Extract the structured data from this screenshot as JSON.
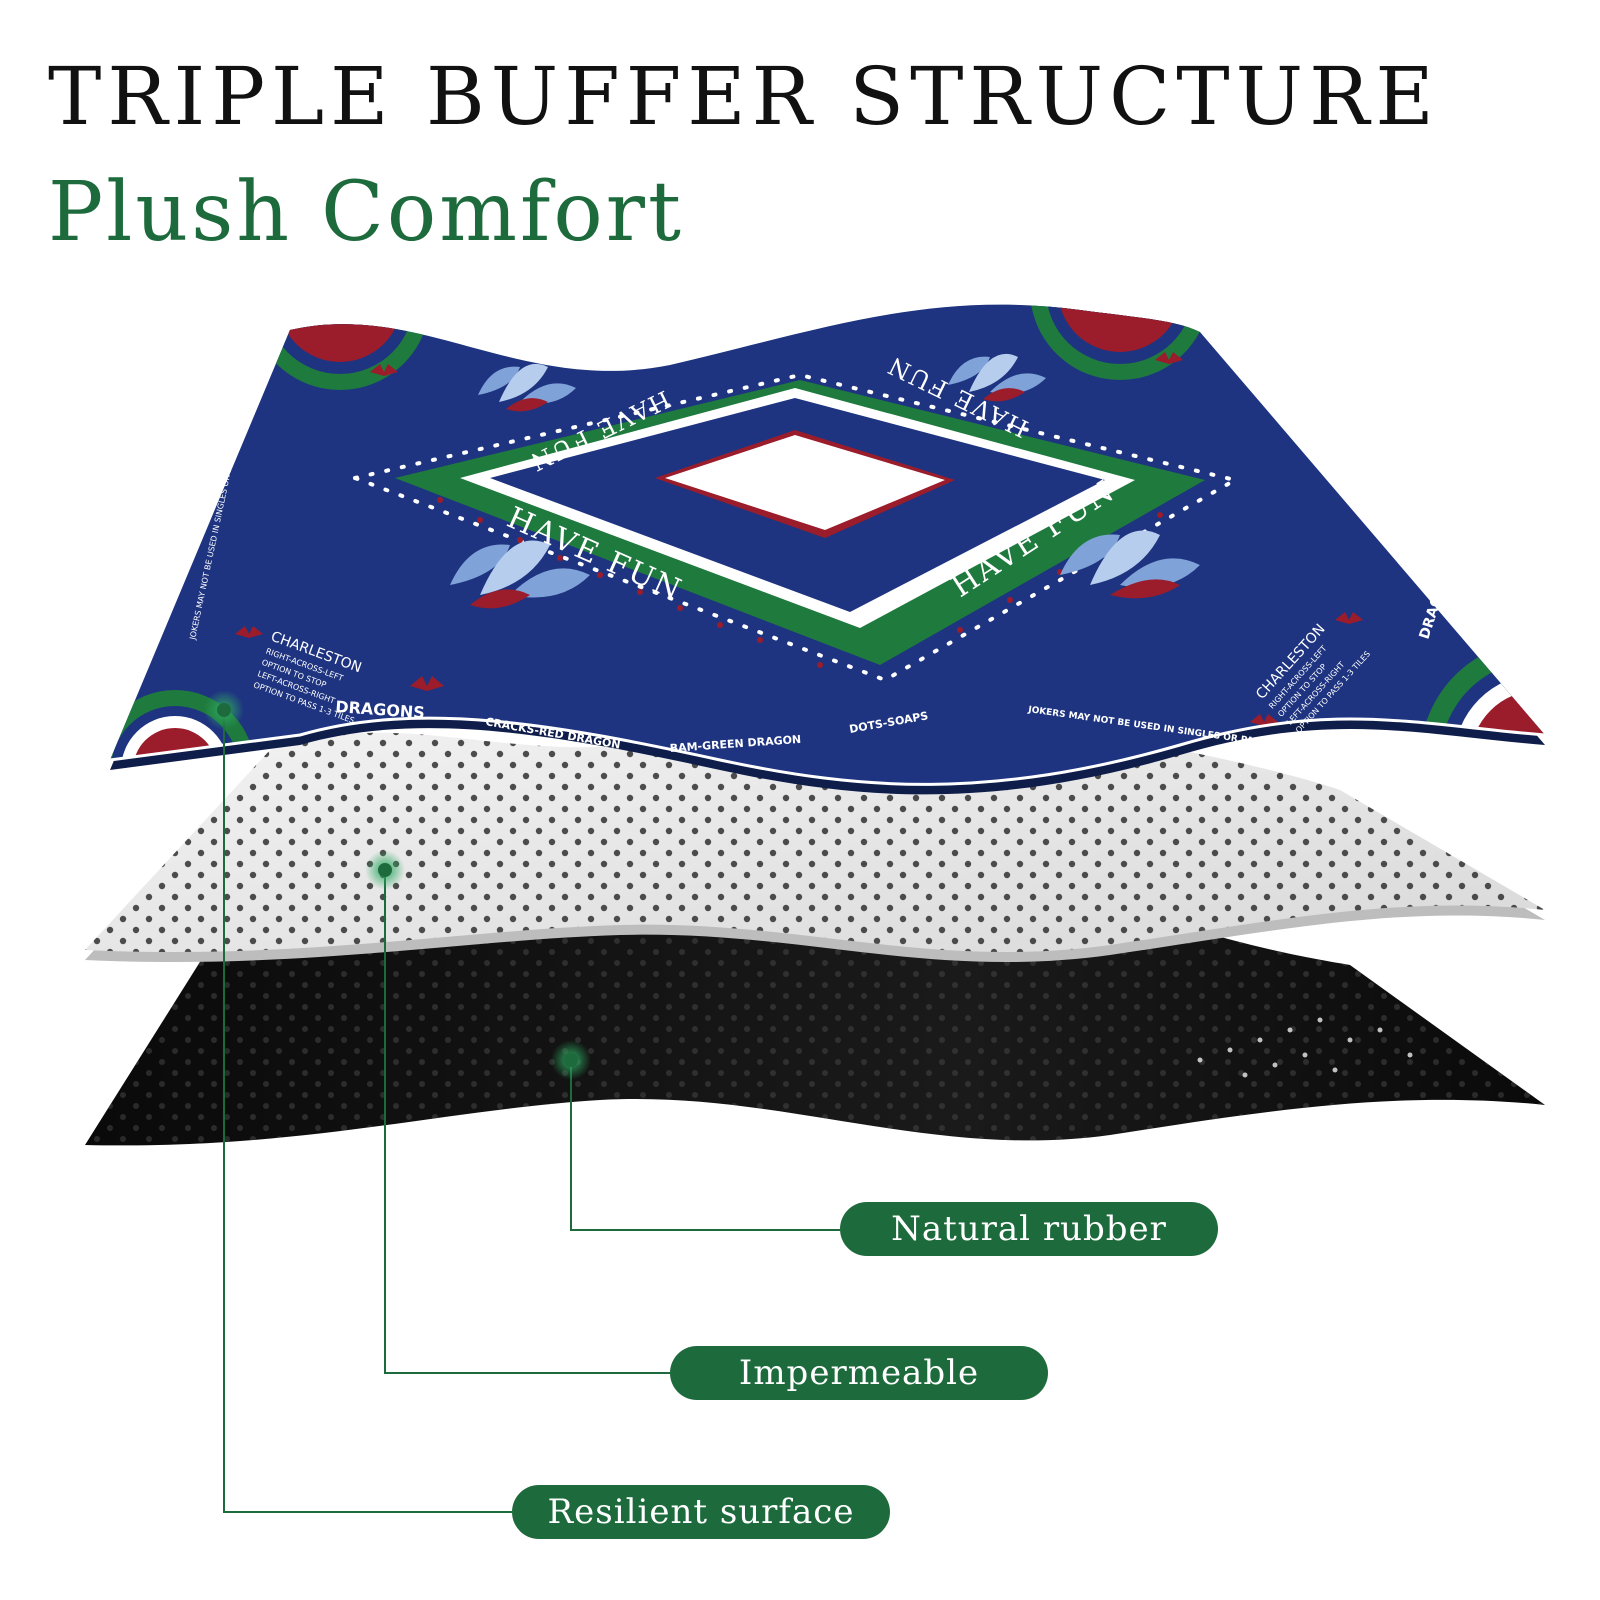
{
  "heading": {
    "title": "TRIPLE BUFFER STRUCTURE",
    "subtitle": "Plush Comfort"
  },
  "mat": {
    "center_text": "HAVE FUN",
    "edge_texts": [
      "DRAGONS",
      "CRACKS-RED DRAGON",
      "BAM-GREEN DRAGON",
      "DOTS-SOAPS",
      "JOKERS MAY NOT BE USED IN SINGLES OR PAIRS"
    ],
    "corner_texts": [
      "CHARLESTON",
      "RIGHT-ACROSS-LEFT",
      "OPTION TO STOP",
      "LEFT-ACROSS-RIGHT",
      "OPTION TO PASS 1-3 TILES"
    ]
  },
  "callouts": [
    {
      "label": "Natural rubber"
    },
    {
      "label": "Impermeable"
    },
    {
      "label": "Resilient surface"
    }
  ],
  "colors": {
    "brand_green": "#1d6b3c",
    "mat_blue": "#1e3480",
    "mat_green": "#1f7a3e",
    "mat_red": "#9b1c2b",
    "foam_white": "#ececec",
    "rubber_black": "#0b0b0b",
    "pill_text": "#ffffff"
  }
}
